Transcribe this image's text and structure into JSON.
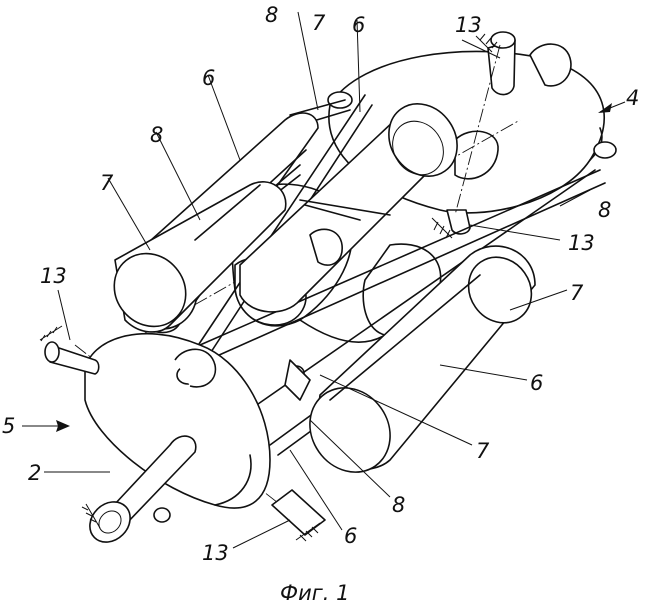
{
  "figure": {
    "caption": "Фиг. 1",
    "labels": {
      "l13_top": "13",
      "l4": "4",
      "l8_top": "8",
      "l7_top": "7",
      "l6_top": "6",
      "l6_left": "6",
      "l8_left": "8",
      "l7_left": "7",
      "l8_right": "8",
      "l13_mid": "13",
      "l7_right": "7",
      "l6_right": "6",
      "l13_left": "13",
      "l5": "5",
      "l2": "2",
      "l7_bot": "7",
      "l8_bot": "8",
      "l6_bot": "6",
      "l13_bot": "13"
    }
  }
}
